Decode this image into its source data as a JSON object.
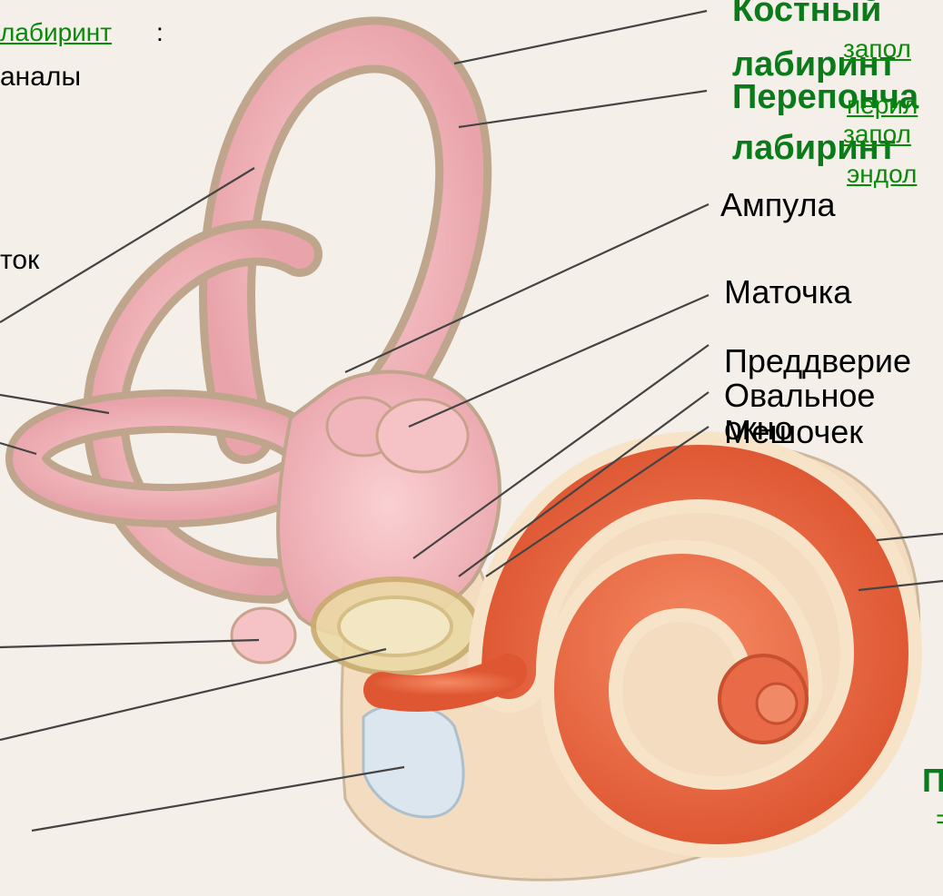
{
  "labels": {
    "top_left_link": "лабиринт",
    "top_left_colon": ":",
    "kanaly": "аналы",
    "tok": "ток",
    "kostny": "Костный",
    "labirint1": "лабиринт",
    "zapoln1": "запол",
    "pereponch": "Перепонча",
    "peril": "перил",
    "labirint2": "лабиринт",
    "zapoln2": "запол",
    "endol": "эндол",
    "ampula": "Ампула",
    "matochka": "Маточка",
    "preddverie": "Преддверие",
    "ovalnoe": "Овальное окно",
    "meshochek": "Мешочек",
    "bottom_right_bold": "П",
    "bottom_right_small": "="
  },
  "colors": {
    "background": "#f4efe8",
    "label_black": "#000000",
    "label_green": "#0a8a0a",
    "membranous": "#f2b3b8",
    "bony": "#bfa58c",
    "cochlea": "#ec6a45",
    "oval_window": "#e8d49a"
  }
}
